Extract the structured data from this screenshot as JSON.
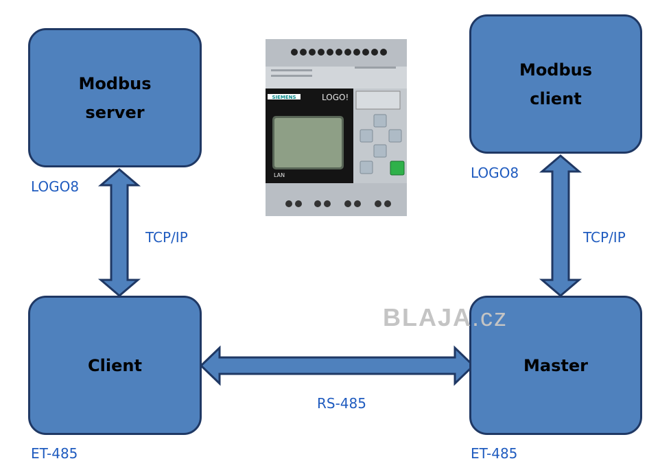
{
  "boxes": {
    "modbus_server": "Modbus\nserver",
    "modbus_client": "Modbus\nclient",
    "client": "Client",
    "master": "Master"
  },
  "labels": {
    "logo8_left": "LOGO8",
    "logo8_right": "LOGO8",
    "tcpip_left": "TCP/IP",
    "tcpip_right": "TCP/IP",
    "et485_left": "ET-485",
    "et485_right": "ET-485",
    "rs485": "RS-485"
  },
  "plc": {
    "brand": "SIEMENS",
    "model": "LOGO!",
    "port": "LAN"
  },
  "watermark": {
    "main": "BLAJA",
    "suffix": ".cz"
  },
  "colors": {
    "box_fill": "#4f81bd",
    "box_border": "#1f3864",
    "label_text": "#1f5bbf",
    "plc_key_green": "#2fb14a"
  }
}
